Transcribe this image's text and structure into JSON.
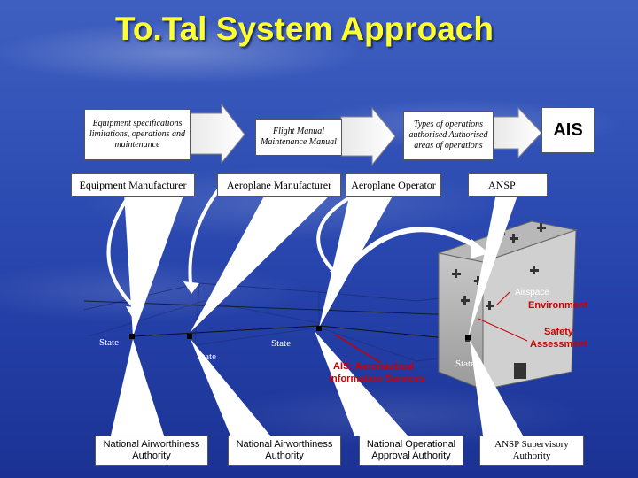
{
  "title": "To.Tal System Approach",
  "top_row": {
    "equipment_specs": "Equipment specifications limitations, operations and maintenance",
    "flight_manual": "Flight Manual Maintenance Manual",
    "types_operations": "Types of operations authorised Authorised areas of operations",
    "ais": "AIS"
  },
  "actors": {
    "equipment_manufacturer": "Equipment Manufacturer",
    "aeroplane_manufacturer": "Aeroplane Manufacturer",
    "aeroplane_operator": "Aeroplane Operator",
    "ansp": "ANSP"
  },
  "map": {
    "state_1": "State",
    "state_2": "State",
    "state_3": "State",
    "state_4": "State",
    "airspace": "Airspace",
    "environment": "Environment",
    "safety": "Safety",
    "assessment": "Assessment",
    "ais_aeronautical": "AIS: Aeronautical",
    "information_services": "Information Services"
  },
  "authorities": {
    "national_airworthiness_1": "National Airworthiness Authority",
    "national_airworthiness_2": "National Airworthiness Authority",
    "national_operational": "National Operational Approval Authority",
    "ansp_supervisory": "ANSP Supervisory Authority"
  },
  "colors": {
    "title": "#ffff33",
    "background": "#2f4fb5",
    "annotation_red": "#cc0000",
    "box": "#ffffff"
  }
}
